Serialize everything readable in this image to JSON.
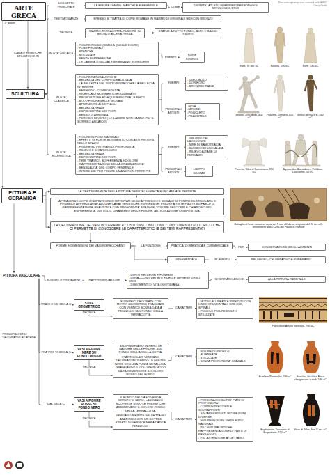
{
  "diagram": {
    "nodes": [
      {
        "text": [
          "ARTE GRECA"
        ]
      },
      {
        "text": [
          "SCULTURA"
        ]
      },
      {
        "text": [
          "LA FIGURA UMANA: MASCHILE E FEMMINILE"
        ]
      },
      {
        "text": [
          "DIVINITA', ATLETI, GUERRIERI PERSONAGGI MITOLOGICI, EROI"
        ]
      },
      {
        "text": [
          "SPESSO SI TRATTA DI COPIE ROMANE IN MARMO DI ORIGINALI GRECI IN BRONZO"
        ]
      },
      {
        "text": [
          "MARMO,TERRACOTTA, FUSIONE IN BRONZO A CERA PERSA"
        ]
      },
      {
        "text": [
          "STATUE A TUTTO TONDO, ALTO E BASSO RILIEVI"
        ]
      },
      {
        "text": [
          "- FIGURE RIGIDE (SIMILI A QUELLE EGIZIE)",
          "- POSE FRONTALI",
          "- STATICHE",
          "- STILIZZATE",
          "- SENZA ESPRESSIONE",
          "- LE LABBRA STILIZZATE SEMBRANO SORRIDERE"
        ]
      },
      {
        "text": [
          "KORE",
          "KOUROS"
        ]
      },
      {
        "text": [
          "- FIGURE NATURALISTICHE",
          "- BELLEZZA DEL CORPO IDEALIZZATA",
          "- LA BELLEZZA DEL VOLTO RISPECCHIA LA BELLEZZA INTERIORE",
          "- SERENITA' - COMPOSTEZZA",
          "- RICERCA DI MOVIMENTO EQUILIBRATO",
          "- PROPORZIONE ED EQUILIBRIO TRA LE PARTI",
          "- SOLO FIGURE BELLE GIOVANI",
          "- ATTENZIONE AI DETTAGLI",
          "- BELLEZZA REALE",
          "- ESPRESSIVITA' DEI VOLTI",
          "- SENSO DI ARMONIA",
          "- PERIODO SEVERO ( LE LABBRE NON HANNO PIU' IL SORRISO ARCAICO)"
        ]
      },
      {
        "text": [
          "- DISCOBOLO",
          "- DORIFORO",
          "- BRONZI DI RIACE"
        ]
      },
      {
        "text": [
          "-FIDIA",
          "-MIRONE",
          "-POLICLETO",
          "-PRASSITELE"
        ]
      },
      {
        "text": [
          "- FIGURE IN POSE NATURALI",
          "- EFFETTI DI FORTE MOVIMENTO CON ARTI PROTESI NELLO SPAZIO",
          "- FIGURE SU PIU' PIANI DI PROFONDITA'",
          "- RILIEVO E CHIAROSCURO",
          "- BELLEZZA REALE",
          "- ESPRESSIVITA' DEI VOLTI",
          "- TEMI TRAGICI - SOFFERENZA E DOLORE",
          "- RAPPRESENTAZIONE DELLA DRAMMATICITA'",
          "- SENSUALITA' DEL CORPO FEMMINILE",
          "- INTERESSE PER FIGURE UMANE NON PERFETTE"
        ]
      },
      {
        "text": [
          "- GRUPPO DEL LAOCOONTE",
          "- NIKE DI SAMOTRACIA",
          "- SUICIDIO DI UN GALATA",
          "- RILIEVO ALTARE DI PERGAMO"
        ]
      },
      {
        "text": [
          "LISIPPO",
          "SCOPAS"
        ]
      },
      {
        "text": [
          "PITTURA E CERAMICA"
        ]
      },
      {
        "text": [
          "LE TESTIMONIANZE DELLA PITTURA PARIETALE GRECA SONO ANDATE PERDUTE"
        ]
      },
      {
        "text": [
          "ATTRAVERSO COPIE DI DIPINTI GRECI RITROVATI NEGLI AFFRESCHI E MOSAICI DI POMPEI ED ERCOLANO E POSSIBILE APPREZZARNE ALCUNE CARATTERISTICHE ESPRESSIVE: FIGURE A TINTE PIATTE SU FASCE DI RAPPRESENTAZIONE REALISTICA CON PROFONDITA' SPAZIALE, VOLUME DEI CORPI E CHIAROSCURO, ESPRESSIVITA' DEI VOLTI, DINAMISMO DELLE FIGURE, ARTICOLAZIONE COMPOSITIVA."
        ]
      },
      {
        "text": [
          "LA DECORAZIONE DEI VASI IN CERAMICA COSTITUISCONO L'UNICO DOCUMENTO PITTORICO CHE CI PERMETTE DI CONOSCERE LE CARATTERISTICHE DEI TEMI RAPPRESENTATI"
        ]
      },
      {
        "text": [
          "FORME E DIMENSIONI DEI VASI RISPECCHIANO"
        ]
      },
      {
        "text": [
          "PRATICA: DOMESTICA E COMMERCIALE"
        ]
      },
      {
        "text": [
          "CONSERVAZIONE DEGLI ALIMENTI"
        ]
      },
      {
        "text": [
          "ORNAMENTALE"
        ]
      },
      {
        "text": [
          "RELIGIOSO, CELEBRATIVO E FUNERARIO"
        ]
      },
      {
        "text": [
          "PITTURA VASCOLARE"
        ]
      },
      {
        "text": [
          "- DI RITI RELIGIOSI E FUNEBRI",
          "- DI RACCONTI DEI MITI E DELLE IMPRESE DEGLI EROI",
          "- DI MOMENTI DI VITA QUOTIDIANA"
        ]
      },
      {
        "text": [
          "ALLA PITTURA PARIETALE"
        ]
      },
      {
        "text": [
          "STILE GEOMETRICO"
        ]
      },
      {
        "text": [
          "SUPERFICI DECORATE CON MOTIVI GEOMETRICI TRACCIATE CON VERNICE SCURA DATA A PENNELLO SUL FONDO DELLA TERRACOTTA"
        ]
      },
      {
        "text": [
          "- MOTIVI ALLINEATI E RIPETUTI CON LINEE ORIZZONTALI, GRECHE, SPIRALI",
          "- PICCOLE FIGURE MOLTO STILIZZATE"
        ]
      },
      {
        "text": [
          "VASI A FIGURE NERE SU FONDO ROSSO"
        ]
      },
      {
        "text": [
          "SI DIPINGEVANO IN NERO LE SAGOME DELLE FIGURE, SUL FONDO DELL'ARGILLA COTTA.",
          "I PARTICOLARI VENIVANO DELINEATI INCIDENDO LE FIGURE NERE CON UNA PUNTA METALLICA, GRAFFIANDO IL COLORE IN MODO DA FAR EMERGERE IL COLORE ROSSO DEL FONDO"
        ]
      },
      {
        "text": [
          "- FIGURE DI PROFILO",
          "- ALLENEATE",
          "- STILIZZATE",
          "- SENZA PROFONDITA' SPAZIALE"
        ]
      },
      {
        "text": [
          "VASI A FIGURE ROSSE SU FONDO NERO"
        ]
      },
      {
        "text": [
          "IL FONDO DEL VASO VENIVA DIPINTO DI NERO, LASCIANDO SCOPERTE SOLO LE FIGURE CHE ASSUMEVANO IL COLORE ROSSO DELLA TERRACOTTA.",
          "VENIVANO RIFINITE NEI DETTAGLI ANATOMICI CON UN SOTTILE STRATO DI VERNICE NERA DATO A PENNELLO."
        ]
      },
      {
        "text": [
          "- PERSONAGGI SU PIU' PIANI DI PROFONDITA'",
          "- CORPI INTRECCIATI E SOVRAPPOSTI",
          "- SGUARDI RIVOLTI IN DIREZIONI DIVERSE",
          "- FIGURE IN POSE VARIE E PIU' NATURALI",
          "- PIU' NATURALISTICHE RAPPRESENTAZIONE DI PARTI DI PAESAGGIO",
          "- PIU' ATTENZIONE AI DETTAGLI"
        ]
      }
    ],
    "edges": [
      {
        "from": 0,
        "to": 1,
        "label": "CARATTERISTICHE STILISTICHE IN",
        "arrow": "to"
      },
      {
        "from": 0,
        "to": 15,
        "arrow": "to"
      },
      {
        "from": 1,
        "to": 2,
        "label": "SOGGETTO PRINCIPALE",
        "arrow": "to"
      },
      {
        "from": 2,
        "to": 3,
        "label": "COME",
        "arrow": "to"
      },
      {
        "from": 1,
        "to": 4,
        "label": "TESTIMONIANZE",
        "arrow": "to"
      },
      {
        "from": 1,
        "to": 5,
        "label": "TECNICA",
        "arrow": "to"
      },
      {
        "from": 5,
        "to": 6,
        "arrow": "to"
      },
      {
        "from": 1,
        "to": 7,
        "label": "IN ETA' ARCAICA",
        "arrow": "to"
      },
      {
        "from": 7,
        "to": 8,
        "label": "ESEMPI",
        "arrow": "to"
      },
      {
        "from": 1,
        "to": 9,
        "label": "IN ETA' CLASSICA",
        "arrow": "to"
      },
      {
        "from": 9,
        "to": 10,
        "label": "ESEMPI",
        "arrow": "to"
      },
      {
        "from": 9,
        "to": 11,
        "label": "PRINCIPALI ARTISTI",
        "arrow": "to"
      },
      {
        "from": 1,
        "to": 12,
        "label": "IN ETA' ELLENISTICA",
        "arrow": "to"
      },
      {
        "from": 12,
        "to": 13,
        "label": "ESEMPI",
        "arrow": "to"
      },
      {
        "from": 12,
        "to": 14,
        "label": "PRINCIPALI ARTISTI",
        "arrow": "to"
      },
      {
        "from": 15,
        "to": 16,
        "arrow": "to"
      },
      {
        "from": 16,
        "to": 17,
        "arrow": "to"
      },
      {
        "from": 15,
        "to": 18,
        "arrow": "to"
      },
      {
        "from": 18,
        "to": 19,
        "arrow": "to"
      },
      {
        "from": 19,
        "to": 20,
        "label": "LA FUNZIONE",
        "arrow": "to"
      },
      {
        "from": 19,
        "to": 22,
        "arrow": "to"
      },
      {
        "from": 20,
        "to": 21,
        "label": "PER",
        "arrow": "to"
      },
      {
        "from": 22,
        "to": 23,
        "label": "IN AMBITO",
        "arrow": "to"
      },
      {
        "from": 15,
        "to": 24,
        "arrow": "to"
      },
      {
        "from": 24,
        "to": 25,
        "label": "SOGGETTI PREVALENTI",
        "arrow": "to"
      },
      {
        "from": 25,
        "to": 26,
        "label": "SI ISPIRANO ANCHE",
        "arrow": "to"
      },
      {
        "from": 24,
        "to": 27,
        "label": "TRA IX E VIII SEC A.C.",
        "arrow": "to"
      },
      {
        "from": 27,
        "to": 28,
        "label": "TECNICA",
        "arrow": "to"
      },
      {
        "from": 28,
        "to": 29,
        "label": "CARATTERI",
        "arrow": "to"
      },
      {
        "from": 24,
        "to": 30,
        "label": "TRA VII E VI SEC A.C.",
        "arrow": "to"
      },
      {
        "from": 30,
        "to": 31,
        "label": "TECNICA",
        "arrow": "to"
      },
      {
        "from": 31,
        "to": 32,
        "label": "CARATTERI",
        "arrow": "to"
      },
      {
        "from": 24,
        "to": 33,
        "label": "DAL 530 A.C.",
        "arrow": "to"
      },
      {
        "from": 33,
        "to": 34,
        "label": "TECNICA",
        "arrow": "to"
      },
      {
        "from": 34,
        "to": 35,
        "label": "CARATTERI",
        "arrow": "to"
      }
    ],
    "labels": [
      "1° parte",
      "This concept map was created with IHMC CmapTools",
      "RAPPRESENTAZIONE",
      "PRINCIPALI STILI DECORATIVI AD ATENE",
      "Kore, VI sec aC",
      "Kouros, 590 aC",
      "Kore, 530 aC",
      "Mirone, Discobolo, 450 aC",
      "Policleto, Doriforo, 450 aC",
      "Bronzi di Riace A, 460 aC",
      "Pitocrito, Nike di Samotracia, 190 aC",
      "Agesandro, Atanodoro e Polidoro, Laocoonte, 50 aC",
      "Battaglia di Isso, mosaico, copia del II sec aC da un originale del IV sec aC, proveniente dalla Casa del Fauno di Pompei",
      "Particolare Anfora funeraria, 760 aC",
      "Achille e Pentesilea, 540aC",
      "Exechia, Achille e Aiace che giocano a dadi, 530 aC",
      "Euphronios, Trasporto di Sarpedonte, 515 aC",
      "Vaso di Talos, fine V sec aC"
    ]
  }
}
